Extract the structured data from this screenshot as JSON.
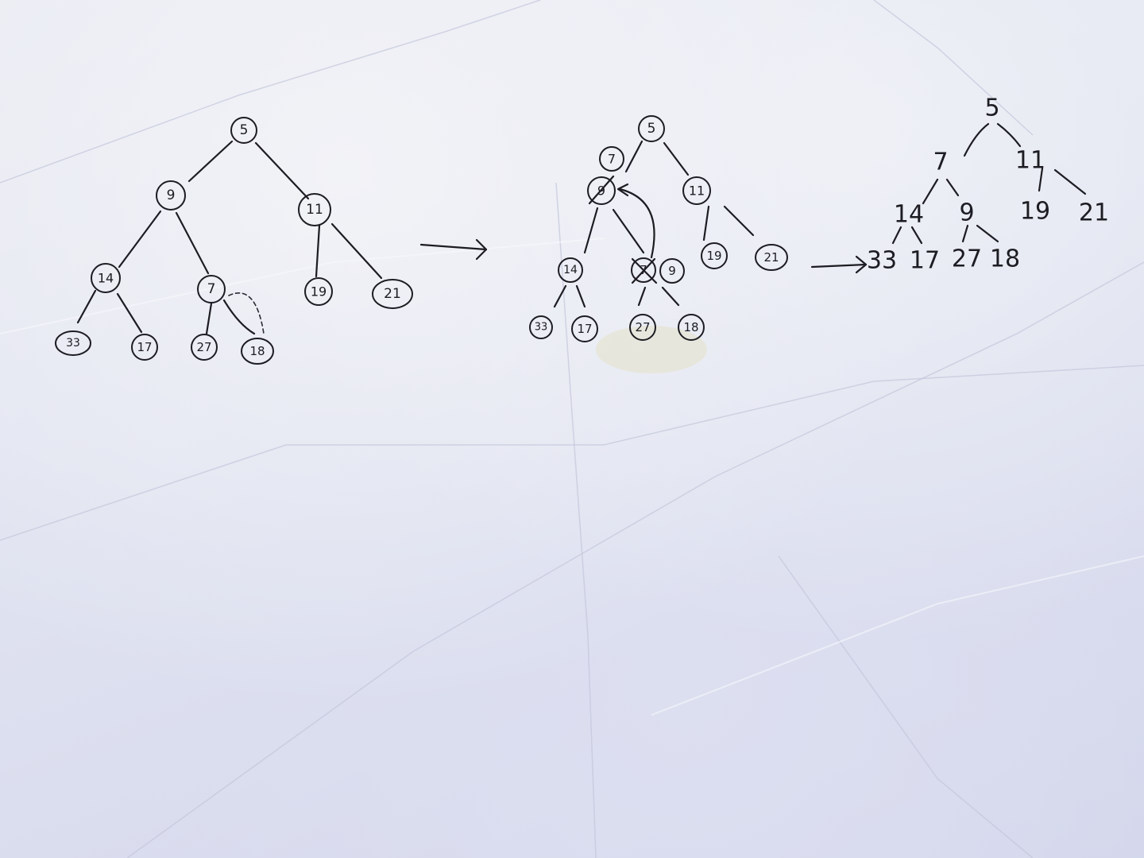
{
  "tree_before": {
    "nodes": {
      "a": "5",
      "b": "9",
      "c": "11",
      "d": "14",
      "e": "7",
      "f": "19",
      "g": "21",
      "h": "33",
      "i": "17",
      "j": "27",
      "k": "18"
    }
  },
  "tree_middle": {
    "nodes": {
      "a": "5",
      "b": "9",
      "b_new": "7",
      "c": "11",
      "d": "14",
      "e": "7",
      "e_new": "9",
      "f": "19",
      "g": "21",
      "h": "33",
      "i": "17",
      "j": "27",
      "k": "18"
    }
  },
  "tree_after": {
    "nodes": {
      "a": "5",
      "b": "7",
      "c": "11",
      "d": "14",
      "e": "9",
      "f": "19",
      "g": "21",
      "h": "33",
      "i": "17",
      "j": "27",
      "k": "18"
    }
  }
}
